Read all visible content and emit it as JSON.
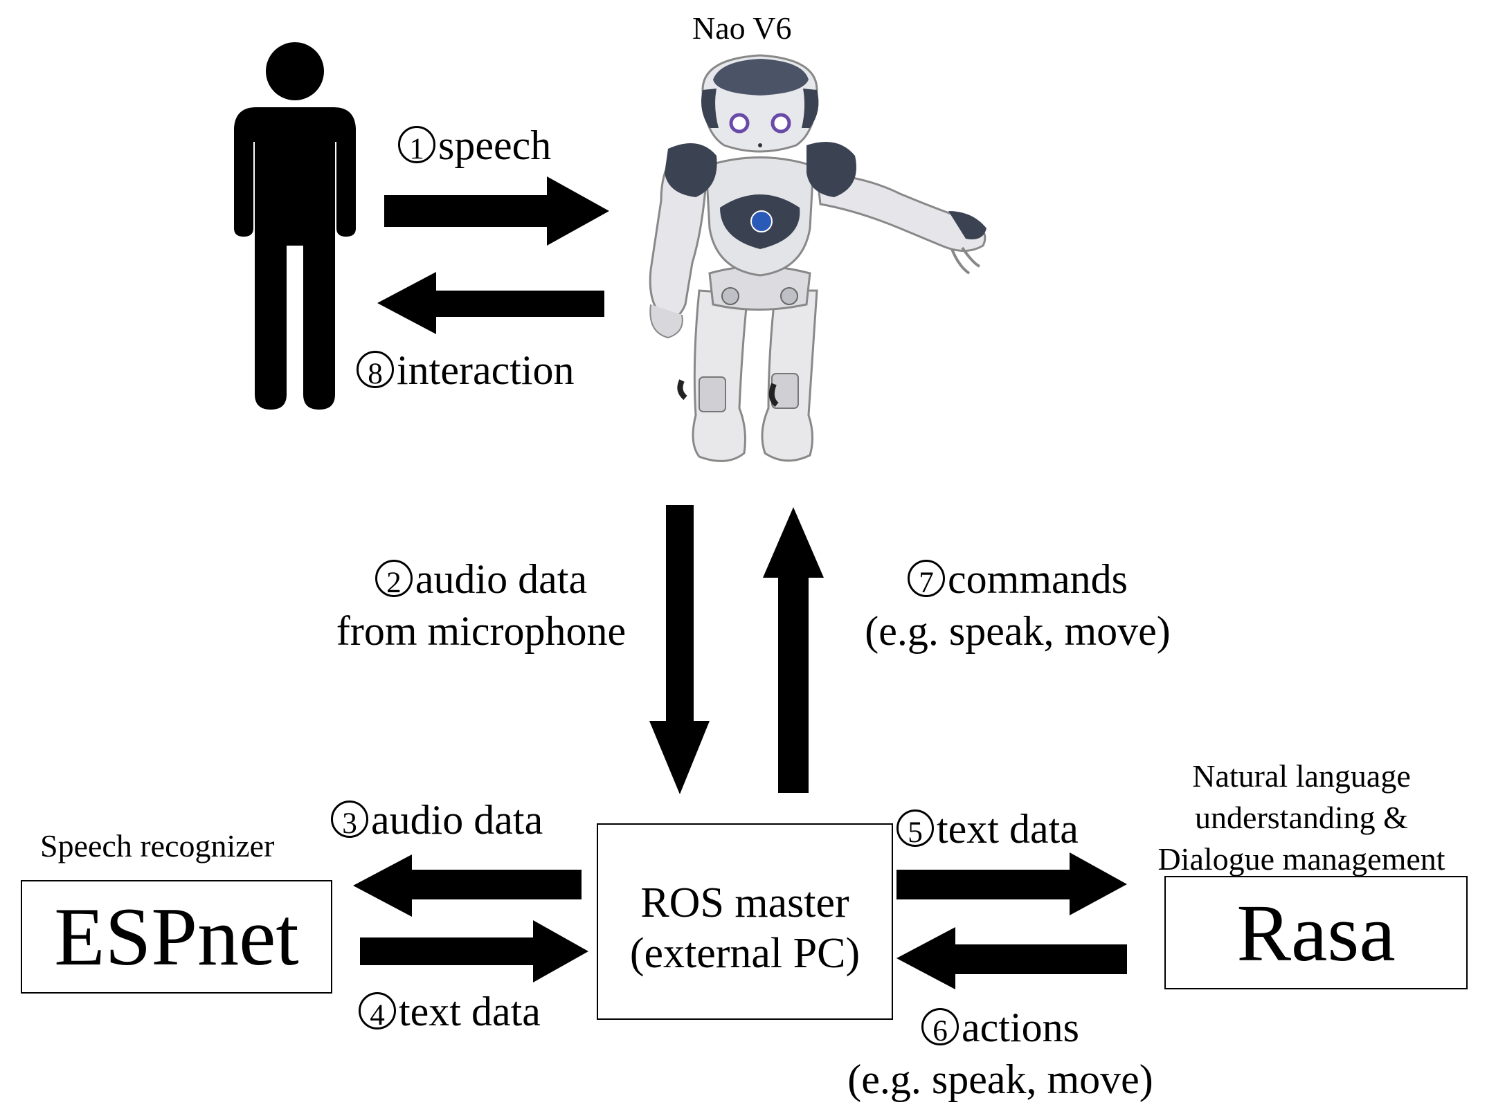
{
  "robot": {
    "name": "Nao V6"
  },
  "steps": {
    "s1": {
      "num": "1",
      "label": "speech"
    },
    "s2": {
      "num": "2",
      "label": "audio data",
      "label2": "from microphone"
    },
    "s3": {
      "num": "3",
      "label": "audio data"
    },
    "s4": {
      "num": "4",
      "label": "text data"
    },
    "s5": {
      "num": "5",
      "label": "text data"
    },
    "s6": {
      "num": "6",
      "label": "actions",
      "label2": "(e.g. speak, move)"
    },
    "s7": {
      "num": "7",
      "label": "commands",
      "label2": "(e.g. speak, move)"
    },
    "s8": {
      "num": "8",
      "label": "interaction"
    }
  },
  "espnet": {
    "caption": "Speech recognizer",
    "name": "ESPnet"
  },
  "ros": {
    "line1": "ROS master",
    "line2": "(external PC)"
  },
  "rasa": {
    "caption1": "Natural language",
    "caption2": "understanding &",
    "caption3": "Dialogue management",
    "name": "Rasa"
  }
}
